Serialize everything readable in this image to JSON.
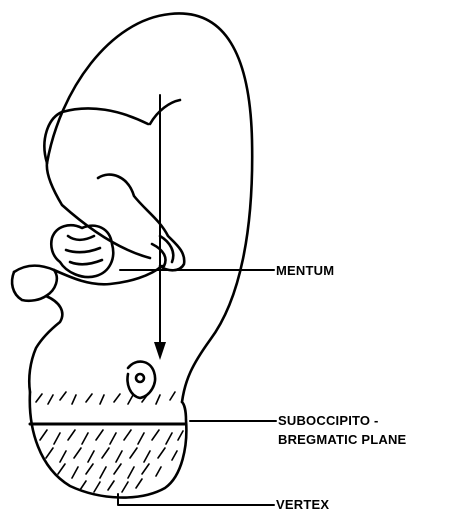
{
  "labels": {
    "mentum": "MENTUM",
    "suboccipito_line1": "SUBOCCIPITO -",
    "suboccipito_line2": "BREGMATIC PLANE",
    "vertex": "VERTEX"
  },
  "colors": {
    "ink": "#000000",
    "paper": "#ffffff"
  }
}
